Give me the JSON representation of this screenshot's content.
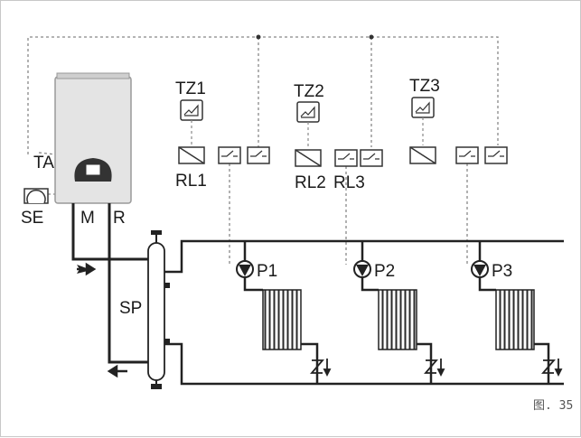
{
  "figure": {
    "number": "图. 35",
    "labels": {
      "ta": "TA",
      "se": "SE",
      "flow": "M",
      "return": "R",
      "separator": "SP"
    },
    "zones": [
      {
        "thermostat": "TZ1",
        "relay": "RL1",
        "pump": "P1"
      },
      {
        "thermostat": "TZ2",
        "relay": "RL2",
        "pump": "P2"
      },
      {
        "thermostat": "TZ3",
        "relay": "RL3",
        "pump": "P3"
      }
    ]
  }
}
